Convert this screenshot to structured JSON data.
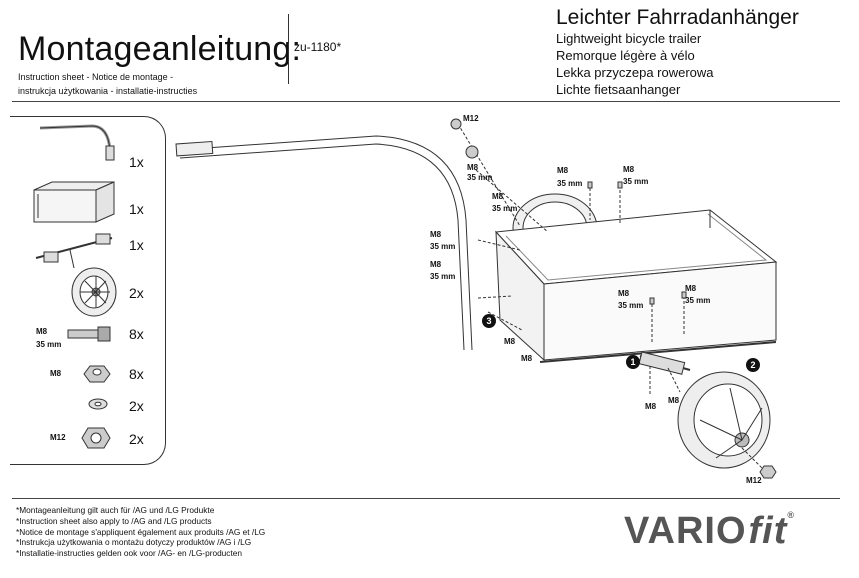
{
  "header": {
    "title": "Montageanleitung:",
    "model": "zu-1180*",
    "subtitle_line1": "Instruction sheet - Notice de montage  -",
    "subtitle_line2": "instrukcja użytkowania - installatie-instructies",
    "product_main": "Leichter Fahrradanhänger",
    "product_translations": [
      "Lightweight bicycle trailer",
      "Remorque légère à vélo",
      "Lekka przyczepa rowerowa",
      "Lichte fietsaanhanger"
    ]
  },
  "parts": [
    {
      "icon": "tow-bar-icon",
      "qty": "1x"
    },
    {
      "icon": "cargo-box-icon",
      "qty": "1x"
    },
    {
      "icon": "axle-bracket-icon",
      "qty": "1x"
    },
    {
      "icon": "wheel-icon",
      "qty": "2x"
    },
    {
      "icon": "bolt-icon",
      "label1": "M8",
      "label2": "35 mm",
      "qty": "8x"
    },
    {
      "icon": "nut-icon",
      "label1": "M8",
      "qty": "8x"
    },
    {
      "icon": "washer-icon",
      "qty": "2x"
    },
    {
      "icon": "lock-nut-icon",
      "label1": "M12",
      "qty": "2x"
    }
  ],
  "diagram": {
    "labels": {
      "m12_top": "M12",
      "bolt_a1": "M8",
      "bolt_a2": "35 mm",
      "bolt_b1": "M8",
      "bolt_b2": "35 mm",
      "bolt_c1": "M8",
      "bolt_c2": "35 mm",
      "bolt_d1": "M8",
      "bolt_d2": "35 mm",
      "bolt_e1": "M8",
      "bolt_e2": "35 mm",
      "bolt_f1": "M8",
      "bolt_f2": "35 mm",
      "bolt_g1": "M8",
      "bolt_g2": "35 mm",
      "bolt_h1": "M8",
      "bolt_h2": "35 mm",
      "nut_a": "M8",
      "nut_b": "M8",
      "nut_c": "M8",
      "nut_d": "M8",
      "m12_bottom": "M12"
    },
    "steps": [
      "1",
      "2",
      "3"
    ]
  },
  "notes": [
    "*Montageanleitung gilt auch für /AG und /LG Produkte",
    "*Instruction sheet also apply to /AG and /LG products",
    "*Notice de montage s'appliquent également aux produits /AG et /LG",
    "*Instrukcja użytkowania o montażu dotyczy produktów /AG i /LG",
    "*Installatie-instructies gelden ook voor /AG- en /LG-producten"
  ],
  "logo": {
    "brand": "VARIO",
    "fit": "fit",
    "reg": "®"
  },
  "colors": {
    "line": "#333333",
    "logo": "#555555"
  }
}
